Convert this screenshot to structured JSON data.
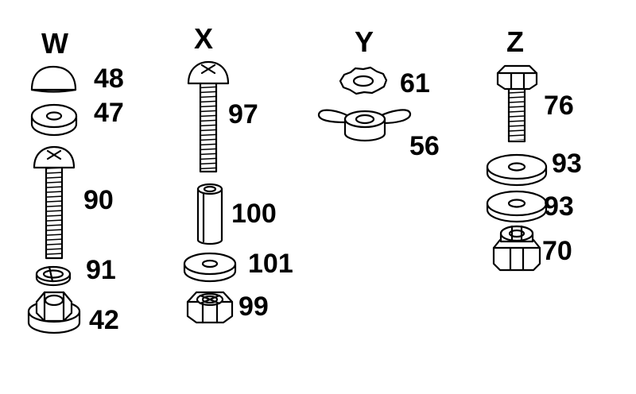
{
  "columns": [
    {
      "label": "W",
      "parts": [
        "48",
        "47",
        "90",
        "91",
        "42"
      ]
    },
    {
      "label": "X",
      "parts": [
        "97",
        "100",
        "101",
        "99"
      ]
    },
    {
      "label": "Y",
      "parts": [
        "61",
        "56"
      ]
    },
    {
      "label": "Z",
      "parts": [
        "76",
        "93",
        "93",
        "70"
      ]
    }
  ]
}
